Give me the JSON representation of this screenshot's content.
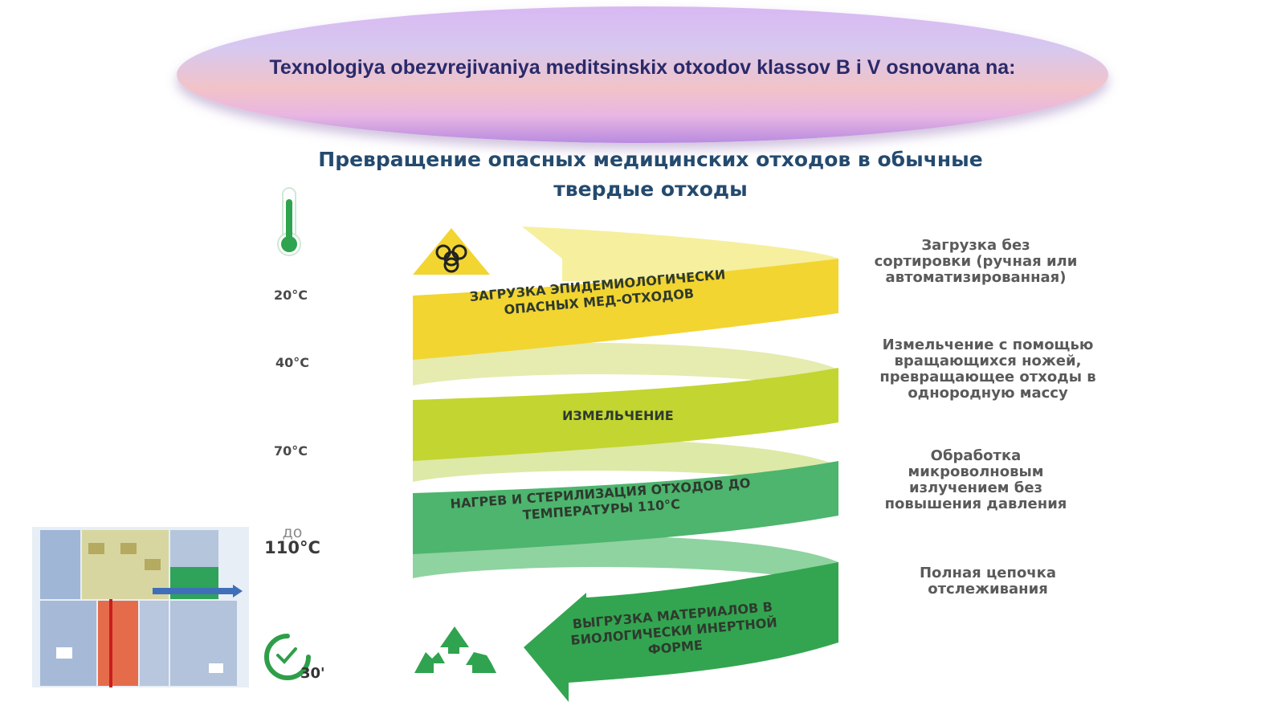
{
  "title": "Texnologiya obezvrejivaniya meditsinskix otxodov klassov B i V osnovana na:",
  "subtitle_line1": "Превращение опасных медицинских отходов в обычные",
  "subtitle_line2": "твердые отходы",
  "temperatures": {
    "t1": "20°C",
    "t2": "40°C",
    "t3": "70°C",
    "t4_prefix": "до",
    "t4": "110°C"
  },
  "timer_label": "30'",
  "bands": {
    "b1_line1": "ЗАГРУЗКА ЭПИДЕМИОЛОГИЧЕСКИ",
    "b1_line2": "ОПАСНЫХ МЕД-ОТХОДОВ",
    "b2": "ИЗМЕЛЬЧЕНИЕ",
    "b3_line1": "НАГРЕВ И СТЕРИЛИЗАЦИЯ ОТХОДОВ ДО",
    "b3_line2": "ТЕМПЕРАТУРЫ 110°С",
    "b4_line1": "ВЫГРУЗКА МАТЕРИАЛОВ В",
    "b4_line2": "БИОЛОГИЧЕСКИ ИНЕРТНОЙ",
    "b4_line3": "ФОРМЕ"
  },
  "descriptions": {
    "d1_line1": "Загрузка без",
    "d1_line2": "сортировки (ручная или",
    "d1_line3": "автоматизированная)",
    "d2_line1": "Измельчение с помощью",
    "d2_line2": "вращающихся ножей,",
    "d2_line3": "превращающее отходы в",
    "d2_line4": "однородную массу",
    "d3_line1": "Обработка",
    "d3_line2": "микроволновым",
    "d3_line3": "излучением без",
    "d3_line4": "повышения давления",
    "d4_line1": "Полная цепочка",
    "d4_line2": "отслеживания"
  },
  "colors": {
    "band_yellow": "#f2d531",
    "band_lime": "#c3d530",
    "band_green": "#4db56e",
    "band_dark_green": "#33a550",
    "title_text": "#2a2a6a",
    "subtitle_text": "#244a6e"
  },
  "icons": {
    "biohazard": "biohazard-icon",
    "recycle": "recycle-icon",
    "thermometer": "thermometer-icon",
    "timer": "timer-icon"
  }
}
